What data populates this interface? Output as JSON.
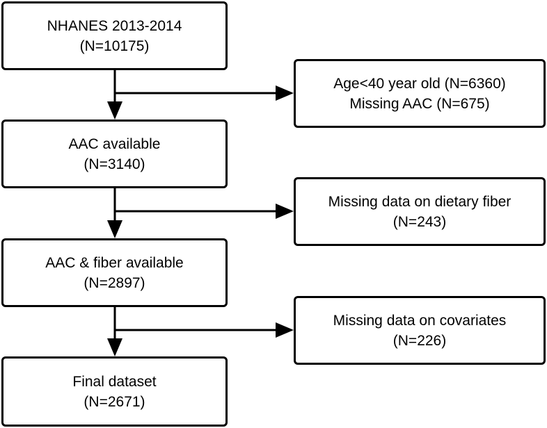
{
  "flow": {
    "steps": [
      {
        "line1": "NHANES 2013-2014",
        "line2": "(N=10175)"
      },
      {
        "line1": "AAC available",
        "line2": "(N=3140)"
      },
      {
        "line1": "AAC & fiber available",
        "line2": "(N=2897)"
      },
      {
        "line1": "Final dataset",
        "line2": "(N=2671)"
      }
    ],
    "exclusions": [
      {
        "line1": "Age<40 year old (N=6360)",
        "line2": "Missing AAC (N=675)"
      },
      {
        "line1": "Missing data on dietary fiber",
        "line2": "(N=243)"
      },
      {
        "line1": "Missing data on covariates",
        "line2": "(N=226)"
      }
    ]
  },
  "colors": {
    "stroke": "#000000",
    "background": "#ffffff"
  }
}
